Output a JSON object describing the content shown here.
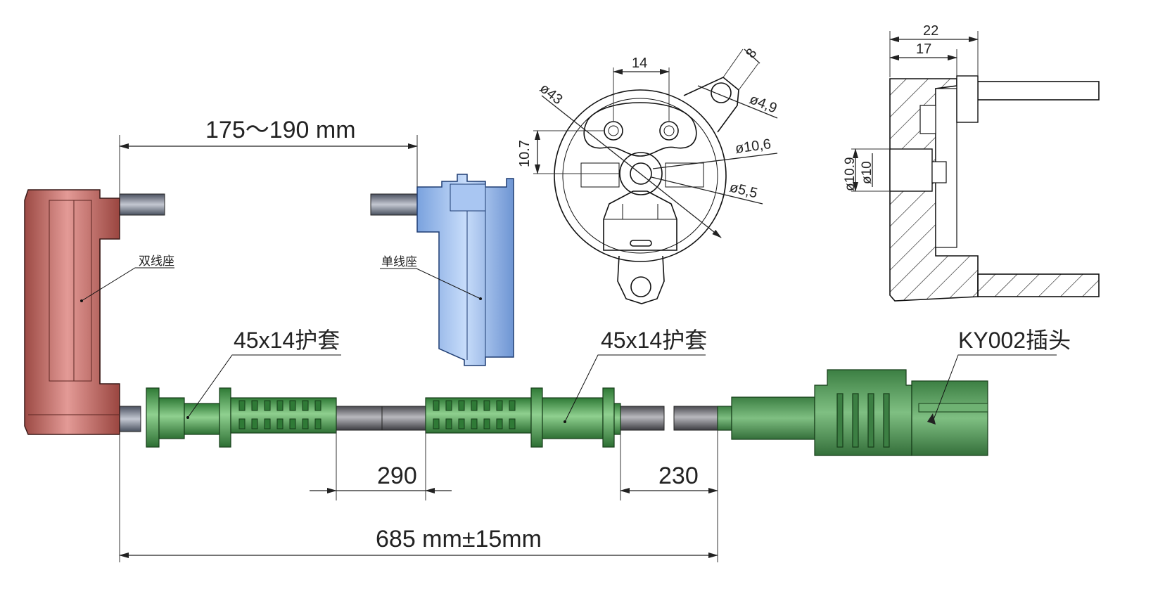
{
  "dimensions": {
    "gap": "175～190  mm",
    "overall": "685  mm±15mm",
    "sleeve_gap": "290",
    "plug_gap": "230",
    "pitch": "14",
    "lug_width": "8",
    "body_dia": "ø43",
    "hole_dia_small": "ø4,9",
    "bore_dia": "ø10,6",
    "inner_dia": "ø5,5",
    "offset": "10.7",
    "depth_total": "22",
    "depth_step": "17",
    "section_dia_outer": "ø10.9",
    "section_dia_inner": "ø10"
  },
  "labels": {
    "double_seat": "双线座",
    "single_seat": "单线座",
    "sleeve_1": "45x14护套",
    "sleeve_2": "45x14护套",
    "plug": "KY002插头"
  },
  "colors": {
    "double_seat": "#b5605a",
    "single_seat": "#8fb4ea",
    "sleeve": "#5aa95a",
    "cable": "#6f6f73",
    "plug": "#4f9a58"
  }
}
